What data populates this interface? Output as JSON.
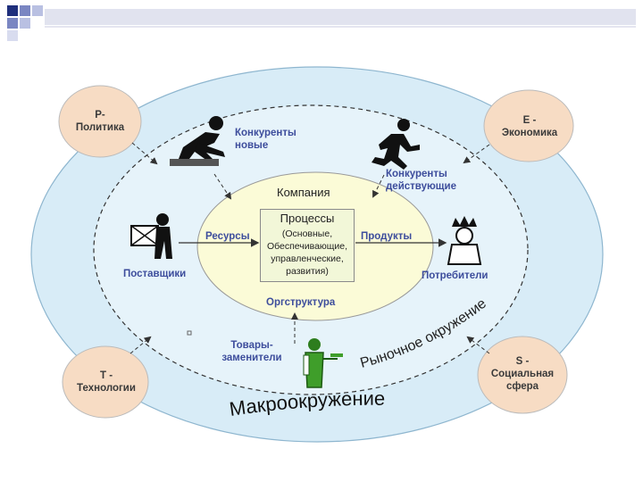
{
  "company": {
    "title": "Компания",
    "processes_title": "Процессы",
    "processes_lines": [
      "(Основные,",
      "Обеспечивающие,",
      "управленческие,",
      "развития)"
    ],
    "resources": "Ресурсы",
    "products": "Продукты",
    "org_structure": "Оргструктура"
  },
  "market": {
    "new_competitors": [
      "Конкуренты",
      "новые"
    ],
    "existing_competitors": [
      "Конкуренты",
      "действующие"
    ],
    "suppliers": "Поставщики",
    "consumers": "Потребители",
    "substitutes": [
      "Товары-",
      "заменители"
    ],
    "market_env_label": "Рыночное окружение"
  },
  "macro": {
    "label": "Макроокружение",
    "p": [
      "Р-",
      "Политика"
    ],
    "e": [
      "Е -",
      "Экономика"
    ],
    "t": [
      "Т -",
      "Технологии"
    ],
    "s": [
      "S -",
      "Социальная",
      "сфера"
    ]
  },
  "colors": {
    "outer_fill": "#d8ecf7",
    "inner_fill": "#fbfbd7",
    "factor_fill": "#f7dcc4",
    "label_blue": "#3d4d9c"
  },
  "icons": [
    "runner-start-icon",
    "runner-sprint-icon",
    "supplier-worker-icon",
    "king-consumer-icon",
    "waiter-icon"
  ]
}
